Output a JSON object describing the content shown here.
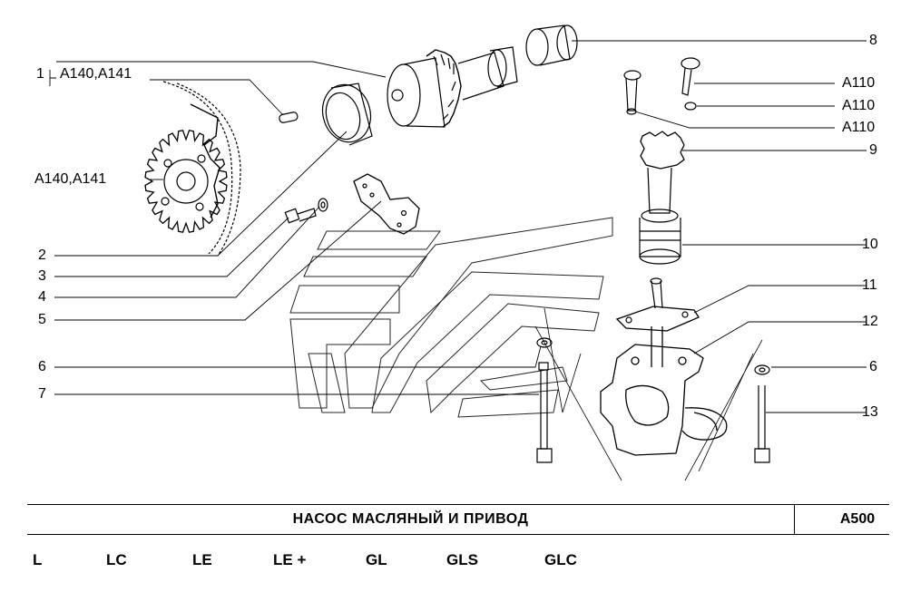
{
  "diagram": {
    "callouts_left": [
      {
        "id": "c1-num",
        "text": "1"
      },
      {
        "id": "c1-ref",
        "text": "A140,A141"
      },
      {
        "id": "sprocket-ref",
        "text": "A140,A141"
      },
      {
        "id": "c2",
        "text": "2"
      },
      {
        "id": "c3",
        "text": "3"
      },
      {
        "id": "c4",
        "text": "4"
      },
      {
        "id": "c5",
        "text": "5"
      },
      {
        "id": "c6l",
        "text": "6"
      },
      {
        "id": "c7",
        "text": "7"
      }
    ],
    "callouts_right": [
      {
        "id": "c8",
        "text": "8"
      },
      {
        "id": "a110-1",
        "text": "A110"
      },
      {
        "id": "a110-2",
        "text": "A110"
      },
      {
        "id": "a110-3",
        "text": "A110"
      },
      {
        "id": "c9",
        "text": "9"
      },
      {
        "id": "c10",
        "text": "10"
      },
      {
        "id": "c11",
        "text": "11"
      },
      {
        "id": "c12",
        "text": "12"
      },
      {
        "id": "c6r",
        "text": "6"
      },
      {
        "id": "c13",
        "text": "13"
      }
    ]
  },
  "title_bar": {
    "title": "НАСОС МАСЛЯНЫЙ И ПРИВОД",
    "code": "A500"
  },
  "variants": [
    "L",
    "LC",
    "LE",
    "LE +",
    "GL",
    "GLS",
    "GLC"
  ]
}
